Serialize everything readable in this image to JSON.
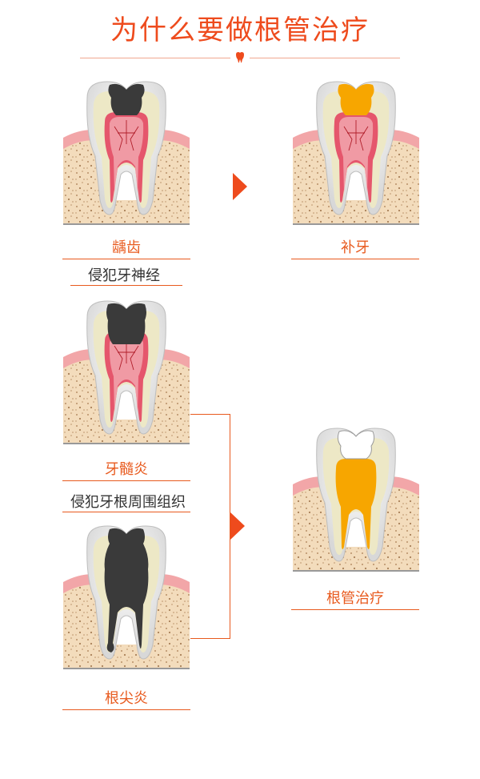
{
  "title": "为什么要做根管治疗",
  "colors": {
    "accent": "#ee4b1d",
    "decay": "#3a3a3a",
    "filling": "#f7a600"
  },
  "stages": {
    "caries": "龋齿",
    "filling": "补牙",
    "invade_nerve": "侵犯牙神经",
    "pulpitis": "牙髓炎",
    "invade_periapical": "侵犯牙根周围组织",
    "periapical": "根尖炎",
    "root_canal": "根管治疗"
  }
}
